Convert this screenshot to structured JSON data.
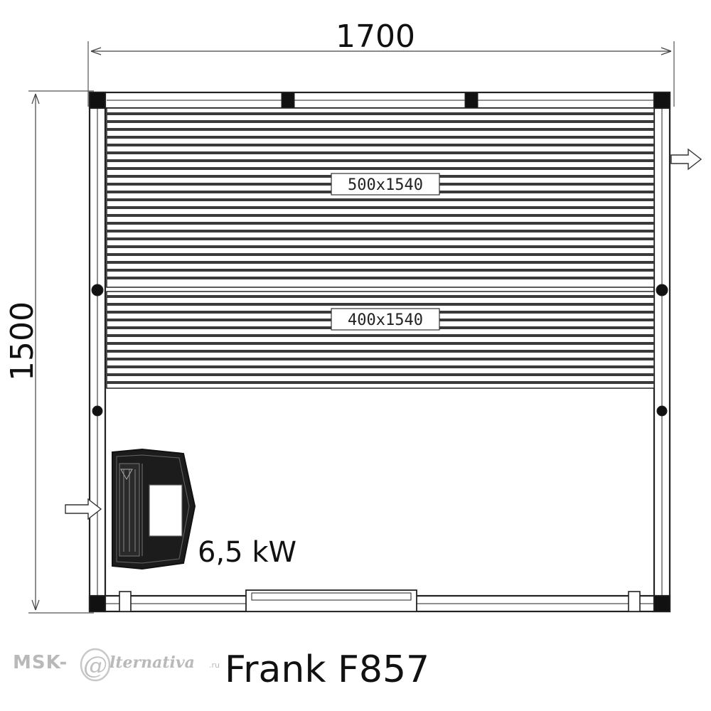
{
  "dimensions": {
    "width_label": "1700",
    "height_label": "1500"
  },
  "benches": [
    {
      "label": "500x1540"
    },
    {
      "label": "400x1540"
    }
  ],
  "heater": {
    "power_label": "6,5 kW"
  },
  "model_title": "Frank F857",
  "watermark": {
    "prefix": "MSK-",
    "mark": "@",
    "suffix": "lternativa",
    "tld": ".ru"
  },
  "colors": {
    "line": "#222222",
    "bench_stripe": "#3a3a3a",
    "watermark": "#b9b9b9"
  }
}
